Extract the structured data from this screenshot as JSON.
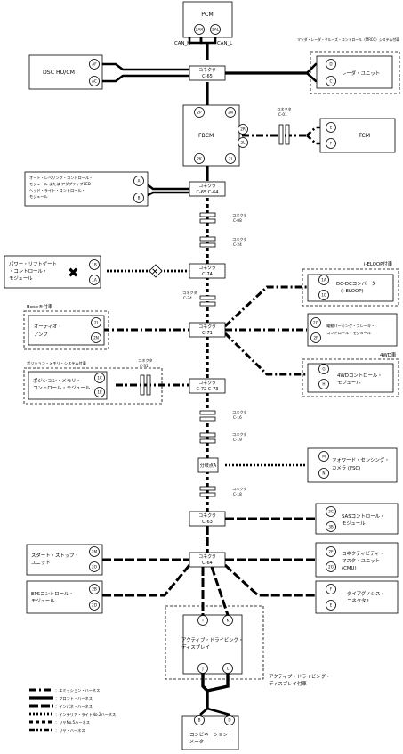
{
  "modules": {
    "pcm": "PCM",
    "dsc": "DSC HU/CM",
    "radar": "レーダ・ユニット",
    "mrcc_group": "マツダ・レーダ・クルーズ・コントロール（MRCC）システム付車",
    "fbcm": "FBCM",
    "tcm": "TCM",
    "auto_level_1": "オート・レベリング・コントロール・",
    "auto_level_2": "モジュール または アダプティブLED",
    "auto_level_3": "ヘッド・ライト・コントロール・",
    "auto_level_4": "モジュール",
    "power_lg_1": "パワー・リフトゲート",
    "power_lg_2": "・コントロール・",
    "power_lg_3": "モジュール",
    "ieloop_group": "i-ELOOP付車",
    "dcdc_1": "DC-DCコンバータ",
    "dcdc_2": "(i-ELOOP)",
    "bose_group": "Bose®付車",
    "audio_1": "オーディオ・",
    "audio_2": "アンプ",
    "epb_1": "電動パーキング・ブレーキ・",
    "epb_2": "コントロール・モジュール",
    "posmem_group": "ポジション・メモリ・システム付車",
    "posmem_1": "ポジション・メモリ・",
    "posmem_2": "コントロール・モジュール",
    "awd_group": "4WD車",
    "awd_1": "4WDコントロール・",
    "awd_2": "モジュール",
    "fsc_1": "フォワード・センシング・",
    "fsc_2": "カメラ (FSC)",
    "sas_1": "SASコントロール・",
    "sas_2": "モジュール",
    "ss_1": "スタート・ストップ・",
    "ss_2": "ユニット",
    "cmu_1": "コネクティビティ・",
    "cmu_2": "マスタ・ユニット",
    "cmu_3": "(CMU)",
    "eps_1": "EPSコントロール・",
    "eps_2": "モジュール",
    "diag_1": "ダイアグノシス・",
    "diag_2": "コネクタ2",
    "ad_1": "アクティブ・ドライビング・",
    "ad_2": "ディスプレイ",
    "ad_group_1": "アクティブ・ドライビング・",
    "ad_group_2": "ディスプレイ付車",
    "combi_1": "コンビネーション・",
    "combi_2": "メータ"
  },
  "pins": {
    "pcm_h": "2AK",
    "pcm_l": "2AL",
    "dsc_h": "AF",
    "dsc_l": "AC",
    "radar_h": "D",
    "radar_l": "C",
    "fbcm_1": "2P",
    "fbcm_2": "2N",
    "fbcm_3": "2R",
    "fbcm_4": "2L",
    "fbcm_5": "2K",
    "fbcm_6": "2I",
    "tcm_h": "E",
    "tcm_l": "F",
    "al_h": "A",
    "al_l": "B",
    "plg_h": "1B",
    "plg_l": "1A",
    "dcdc_h": "1A",
    "dcdc_l": "1C",
    "audio_h": "2I",
    "audio_l": "2N",
    "epb_h": "2G",
    "epb_l": "2F",
    "pm_h": "1C",
    "pm_l": "1E",
    "awd_h": "G",
    "awd_l": "H",
    "fsc_h": "M",
    "fsc_l": "N",
    "sas_h": "3C",
    "sas_l": "3B",
    "ss_h": "2M",
    "ss_l": "2O",
    "cmu_h": "2E",
    "cmu_l": "2G",
    "eps_h": "2B",
    "eps_l": "2D",
    "diag_h": "F",
    "diag_l": "E",
    "ad_1": "I",
    "ad_2": "K",
    "ad_3": "J",
    "ad_4": "L",
    "combi_h": "B",
    "combi_l": "D"
  },
  "can": {
    "h": "CAN_H",
    "l": "CAN_L"
  },
  "connectors": {
    "label": "コネクタ",
    "c65": "C-65",
    "c01": "C-01",
    "c6564": "C-65 C-64",
    "c08": "C-08",
    "c24a": "C-24",
    "c74": "C-74",
    "c24b": "C-24",
    "c71": "C-71",
    "c31": "C-31",
    "c7273": "C-72 C-73",
    "c16": "C-16",
    "c19": "C-19",
    "splice": "分岐点A",
    "c18": "C-18",
    "c63": "C-63",
    "c64": "C-64"
  },
  "legend": [
    {
      "label": "：エミッション・ハーネス",
      "style": "emission"
    },
    {
      "label": "：フロント・ハーネス",
      "style": "front"
    },
    {
      "label": "：インパネ・ハーネス",
      "style": "instrument"
    },
    {
      "label": "：インテリア・ライトNo.2ハーネス",
      "style": "interior"
    },
    {
      "label": "：リヤNo.5ハーネス",
      "style": "rear5"
    },
    {
      "label": "：リヤ・ハーネス",
      "style": "rear"
    }
  ],
  "colors": {
    "line": "#000000",
    "background": "#ffffff"
  }
}
